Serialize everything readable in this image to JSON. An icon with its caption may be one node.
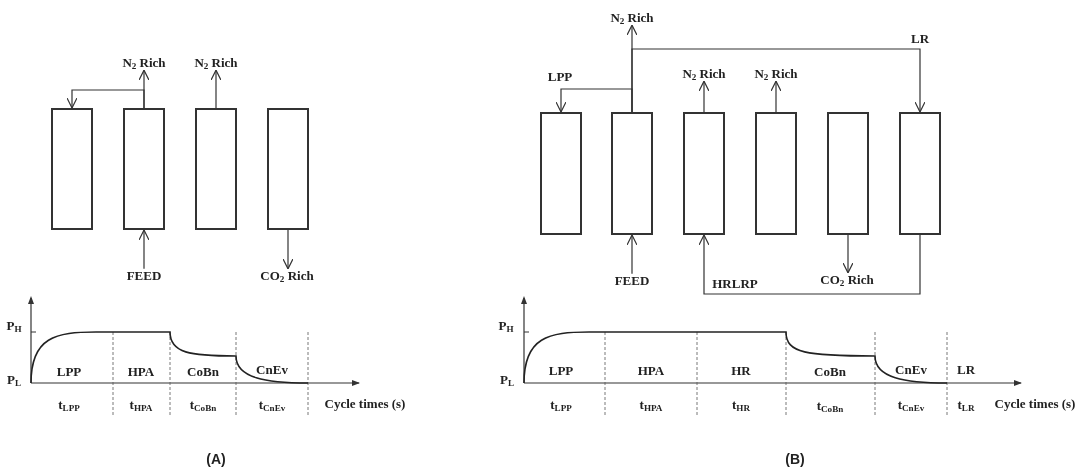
{
  "diagram": {
    "nodes": [
      {
        "text": [],
        "shape": "box"
      },
      {
        "text": [],
        "shape": "box"
      },
      {
        "text": [],
        "shape": "box"
      },
      {
        "text": [],
        "shape": "box"
      },
      {
        "text": [
          "N$_{2}$ Rich"
        ]
      },
      {
        "text": [
          "N$_{2}$ Rich"
        ]
      },
      {
        "text": [
          "FEED"
        ]
      },
      {
        "text": [
          "CO$_{2}$ Rich"
        ]
      },
      {
        "text": [],
        "shape": "box"
      },
      {
        "text": [],
        "shape": "box"
      },
      {
        "text": [],
        "shape": "box"
      },
      {
        "text": [],
        "shape": "box"
      },
      {
        "text": [],
        "shape": "box"
      },
      {
        "text": [],
        "shape": "box"
      },
      {
        "text": [
          "N$_{2}$ Rich"
        ]
      },
      {
        "text": [
          "N$_{2}$ Rich"
        ]
      },
      {
        "text": [
          "N$_{2}$ Rich"
        ]
      },
      {
        "text": [
          "FEED"
        ]
      },
      {
        "text": [
          "CO$_{2}$ Rich"
        ]
      }
    ],
    "edges": [
      {
        "from": 1,
        "to": 4,
        "arrow": "to"
      },
      {
        "from": 1,
        "to": 0,
        "arrow": "to"
      },
      {
        "from": 2,
        "to": 5,
        "arrow": "to"
      },
      {
        "from": 6,
        "to": 1,
        "arrow": "to"
      },
      {
        "from": 3,
        "to": 7,
        "arrow": "to"
      },
      {
        "from": 9,
        "to": 14,
        "arrow": "to"
      },
      {
        "from": 9,
        "to": 8,
        "arrow": "to",
        "label": "LPP"
      },
      {
        "from": 9,
        "to": 13,
        "arrow": "to",
        "label": "LR"
      },
      {
        "from": 10,
        "to": 15,
        "arrow": "to"
      },
      {
        "from": 11,
        "to": 16,
        "arrow": "to"
      },
      {
        "from": 17,
        "to": 9,
        "arrow": "to"
      },
      {
        "from": 12,
        "to": 18,
        "arrow": "to"
      },
      {
        "from": 13,
        "to": 10,
        "arrow": "to",
        "label": "HRLRP"
      }
    ],
    "labels": [
      "P$_{H}$",
      "P$_{L}$",
      "LPP",
      "HPA",
      "CoBn",
      "CnEv",
      "t$_{LPP}$",
      "t$_{HPA}$",
      "t$_{CoBn}$",
      "t$_{CnEv}$",
      "Cycle times (s)",
      "(A)",
      "P$_{H}$",
      "P$_{L}$",
      "LPP",
      "HPA",
      "HR",
      "CoBn",
      "CnEv",
      "LR",
      "t$_{LPP}$",
      "t$_{HPA}$",
      "t$_{HR}$",
      "t$_{CoBn}$",
      "t$_{CnEv}$",
      "t$_{LR}$",
      "Cycle times (s)",
      "(B)"
    ]
  }
}
